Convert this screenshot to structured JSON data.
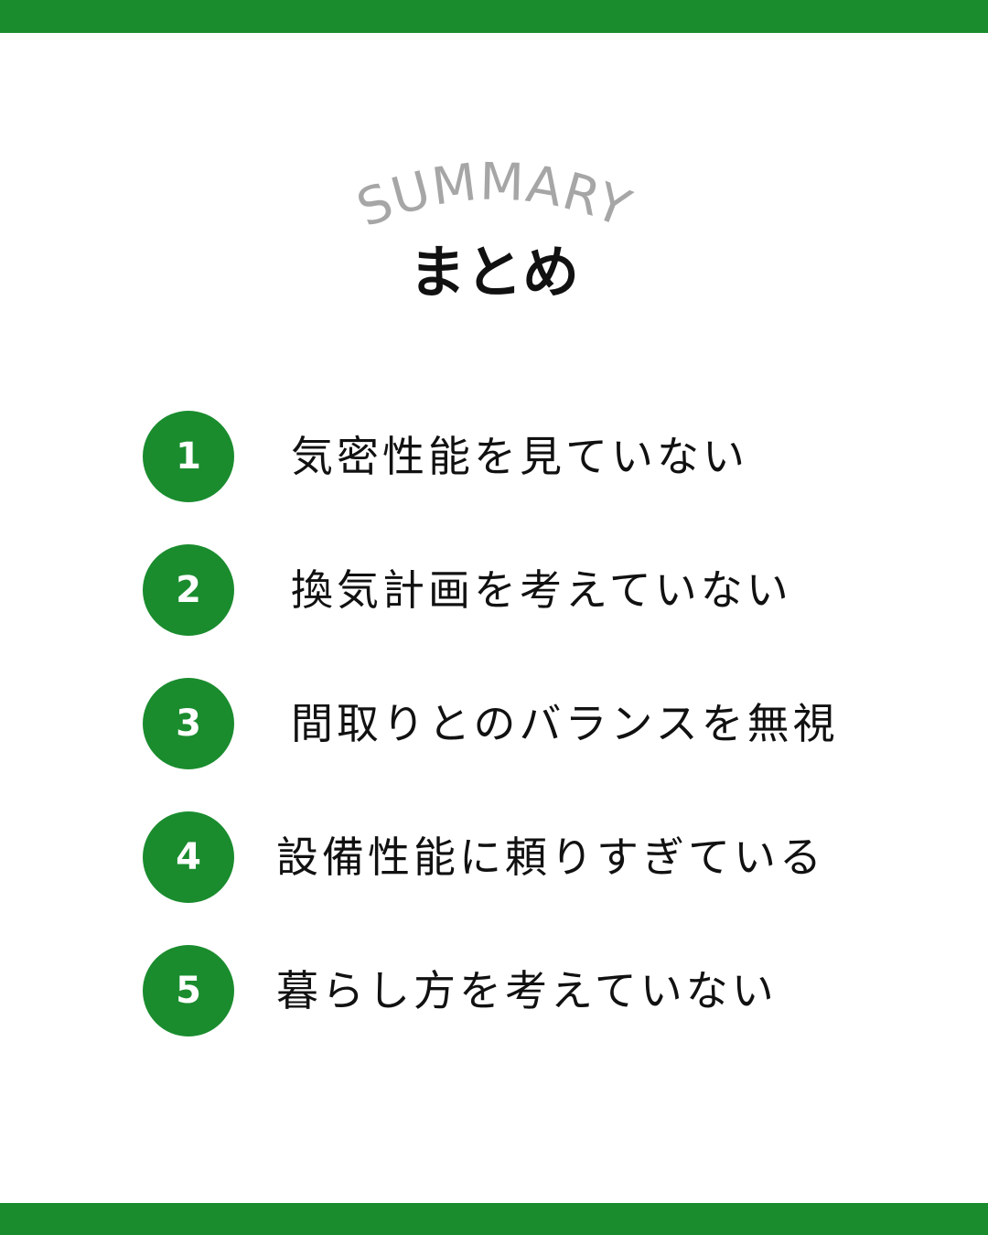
{
  "colors": {
    "accent": "#1a8c2e",
    "summary_text": "#a6a6a6",
    "body_text": "#111111"
  },
  "header": {
    "summary_label": "SUMMARY",
    "title": "まとめ"
  },
  "items": [
    {
      "number": "1",
      "label": "気密性能を見ていない"
    },
    {
      "number": "2",
      "label": "換気計画を考えていない"
    },
    {
      "number": "3",
      "label": "間取りとのバランスを無視"
    },
    {
      "number": "4",
      "label": "設備性能に頼りすぎている"
    },
    {
      "number": "5",
      "label": "暮らし方を考えていない"
    }
  ]
}
